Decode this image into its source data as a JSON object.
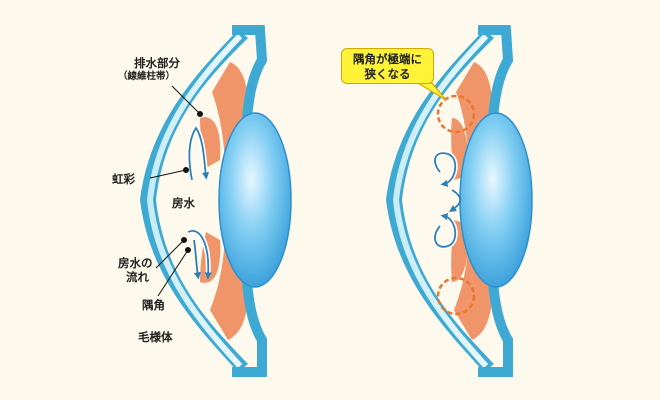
{
  "labels": {
    "drainage": "排水部分",
    "drainage_sub": "（線維柱帯）",
    "iris": "虹彩",
    "aqueous": "房水",
    "flow_line1": "房水の",
    "flow_line2": "流れ",
    "angle": "隅角",
    "ciliary": "毛様体"
  },
  "callout": {
    "line1": "隅角が極端に",
    "line2": "狭くなる"
  },
  "colors": {
    "background": "#fdf9ec",
    "cornea_blue": "#3ea9d3",
    "lens_blue": "#39a8de",
    "iris_orange": "#f0956a",
    "narrow_circle": "#e8762d",
    "callout_yellow": "#fff33a"
  }
}
